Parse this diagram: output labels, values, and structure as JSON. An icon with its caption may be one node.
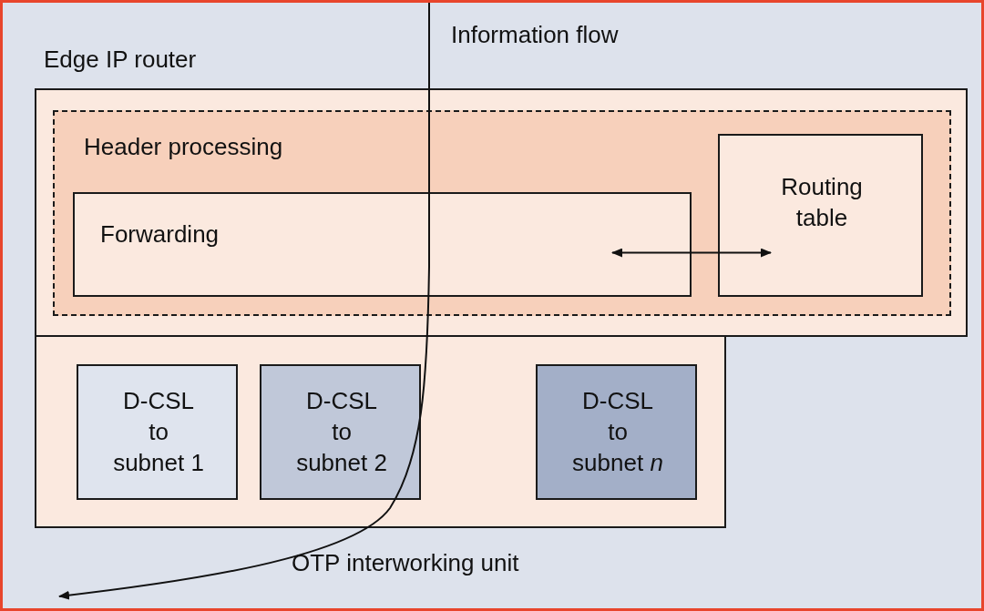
{
  "diagram": {
    "nodes": [
      {
        "text": [
          "Edge IP router"
        ]
      },
      {
        "text": [
          "Header processing"
        ],
        "in": 0
      },
      {
        "text": [
          "Forwarding"
        ],
        "in": 1
      },
      {
        "text": [
          "Routing table"
        ],
        "in": 1
      },
      {
        "text": [
          "OTP interworking unit"
        ]
      },
      {
        "text": [
          "D-CSL to subnet 1"
        ],
        "in": 4
      },
      {
        "text": [
          "D-CSL to subnet 2"
        ],
        "in": 4
      },
      {
        "text": [
          "D-CSL to subnet *n*"
        ],
        "in": 4
      },
      {
        "text": [
          "Information flow"
        ]
      }
    ],
    "edges": [
      {
        "from": 2,
        "to": 3,
        "arrow": "both"
      },
      {
        "from": 8,
        "to": null,
        "arrow": "to"
      }
    ]
  }
}
